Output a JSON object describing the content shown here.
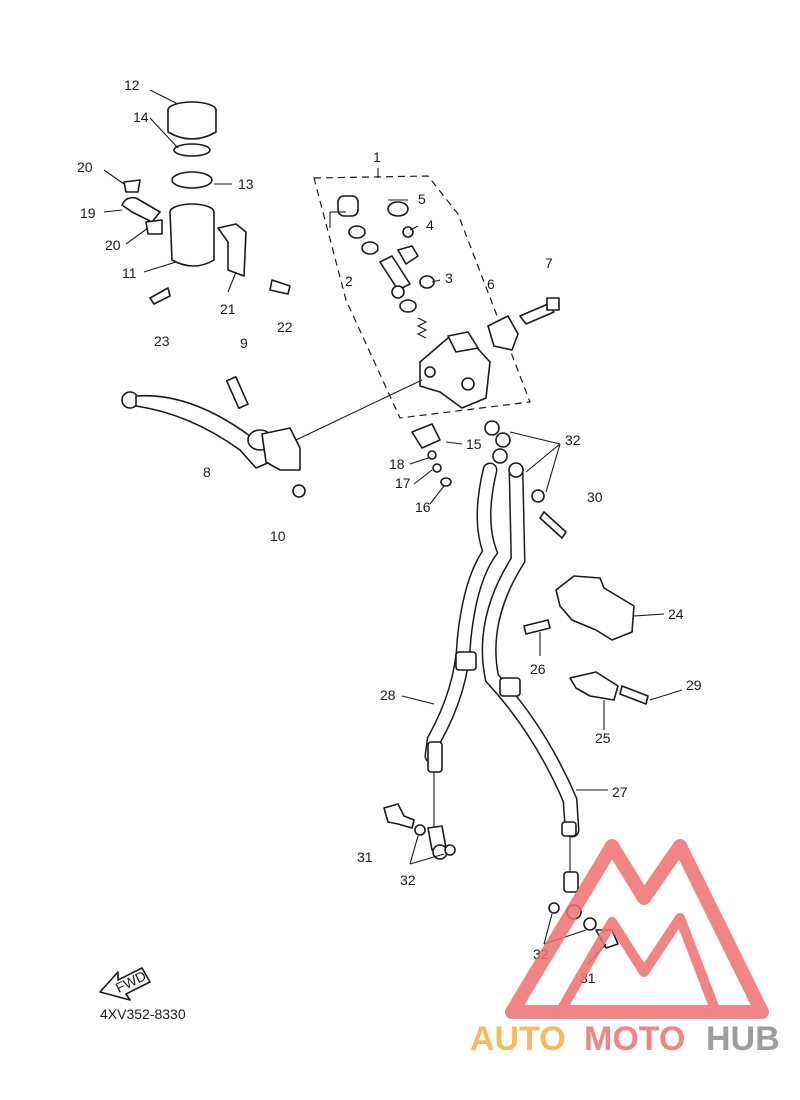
{
  "diagram": {
    "code": "4XV352-8330",
    "fwd_label": "FWD",
    "callouts": {
      "c1": "1",
      "c2": "2",
      "c3": "3",
      "c4": "4",
      "c5": "5",
      "c6": "6",
      "c7": "7",
      "c8": "8",
      "c9": "9",
      "c10": "10",
      "c11": "11",
      "c12": "12",
      "c13": "13",
      "c14": "14",
      "c15": "15",
      "c16": "16",
      "c17": "17",
      "c18": "18",
      "c19": "19",
      "c20a": "20",
      "c20b": "20",
      "c21": "21",
      "c22": "22",
      "c23": "23",
      "c24": "24",
      "c25": "25",
      "c26": "26",
      "c27": "27",
      "c28": "28",
      "c29": "29",
      "c30": "30",
      "c31a": "31",
      "c31b": "31",
      "c32a": "32",
      "c32b": "32",
      "c32c": "32"
    }
  },
  "watermark": {
    "text_part1": "AUTO",
    "text_part2": "MOTO",
    "text_part3": "HUB",
    "color_orange": "#f5b040",
    "color_red": "#ef6f6f",
    "color_gray": "#8c8c8c"
  }
}
